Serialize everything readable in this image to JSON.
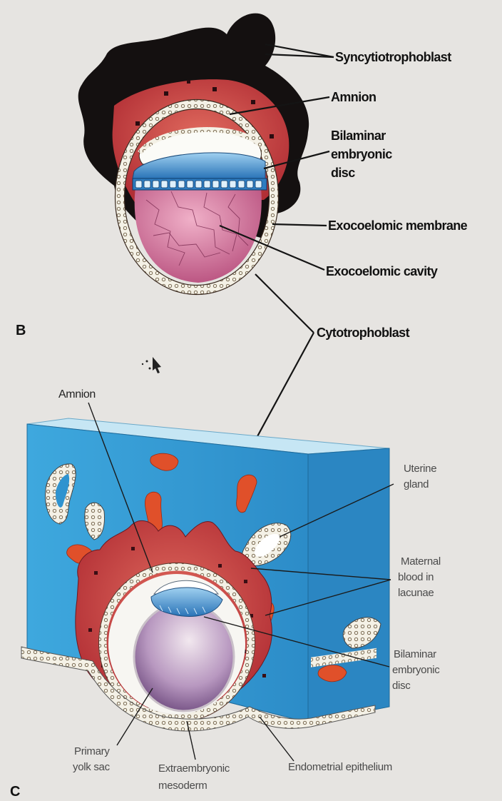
{
  "panels": {
    "b": "B",
    "c": "C"
  },
  "labels_b": {
    "syncytiotrophoblast": "Syncytiotrophoblast",
    "amnion": "Amnion",
    "bilaminar_1": "Bilaminar",
    "bilaminar_2": "embryonic",
    "bilaminar_3": "disc",
    "exocoelomic_membrane": "Exocoelomic membrane",
    "exocoelomic_cavity": "Exocoelomic cavity",
    "cytotrophoblast": "Cytotrophoblast"
  },
  "labels_c": {
    "amnion": "Amnion",
    "uterine_1": "Uterine",
    "uterine_2": "gland",
    "maternal_1": "Maternal",
    "maternal_2": "blood in",
    "maternal_3": "lacunae",
    "bilaminar_1": "Bilaminar",
    "bilaminar_2": "embryonic",
    "bilaminar_3": "disc",
    "primary_1": "Primary",
    "primary_2": "yolk sac",
    "extra_1": "Extraembryonic",
    "extra_2": "mesoderm",
    "endometrial": "Endometrial epithelium"
  },
  "colors": {
    "background": "#e6e4e1",
    "syncytio": "#141010",
    "trophoblast_red": "#c8383a",
    "disc_blue": "#2f80c0",
    "cavity_pink": "#c8709a",
    "endometrium_blue": "#3aa3d8",
    "maternal_blood": "#e0502a"
  }
}
